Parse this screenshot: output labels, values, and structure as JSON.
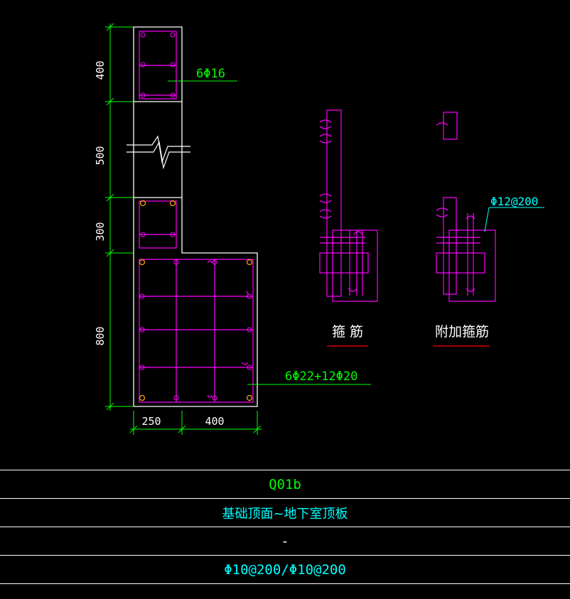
{
  "colors": {
    "background": "#000000",
    "outline": "#ffffff",
    "rebar": "#ff00ff",
    "dimension": "#00ff00",
    "dim_text": "#ffffff",
    "label_green": "#00ff00",
    "label_cyan": "#00ffff",
    "underline_red": "#ff0000",
    "corner_bar": "#ffaa00"
  },
  "drawing": {
    "dims_vertical": [
      "400",
      "500",
      "300",
      "800"
    ],
    "dims_horizontal": [
      "250",
      "400"
    ],
    "label_top_bars": "6Φ16",
    "label_bottom_bars": "6Φ22+12Φ20",
    "label_extra_stirrup": "Φ12@200",
    "caption_stirrup": "箍  筋",
    "caption_extra_stirrup": "附加箍筋"
  },
  "table": {
    "wall_id": "Q01b",
    "range": "基础顶面~地下室顶板",
    "dash": "-",
    "rebar": "Φ10@200/Φ10@200"
  }
}
